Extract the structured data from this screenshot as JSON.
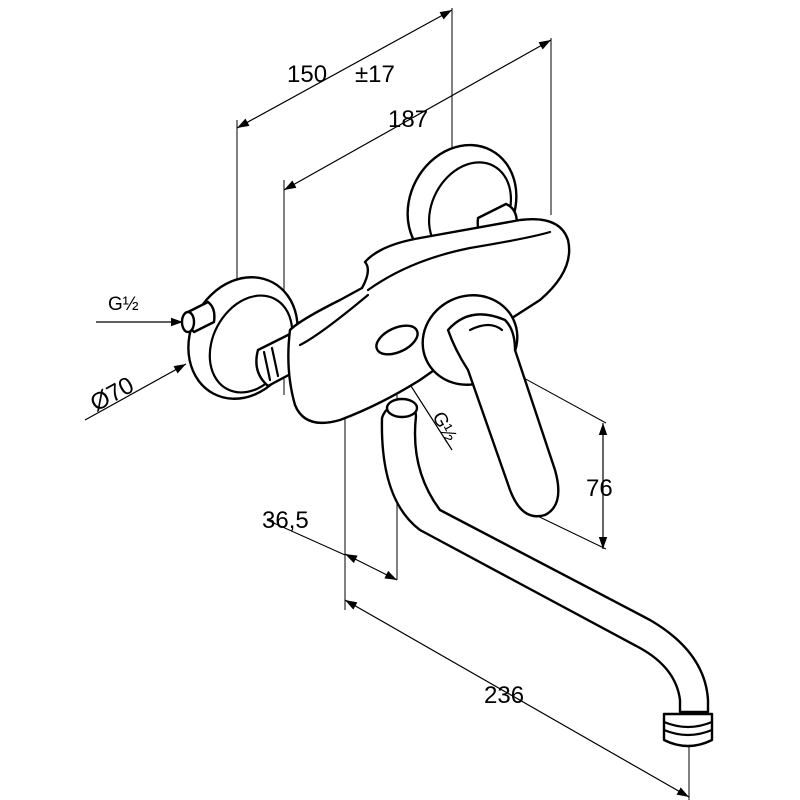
{
  "dimensions": {
    "width_150": "150",
    "tolerance": "±17",
    "width_187": "187",
    "thread_inlet": "G½",
    "diameter": "Ø70",
    "thread_outlet": "G½",
    "height_76": "76",
    "offset_36_5": "36,5",
    "spout_236": "236"
  },
  "colors": {
    "stroke": "#000000",
    "background": "#ffffff"
  }
}
